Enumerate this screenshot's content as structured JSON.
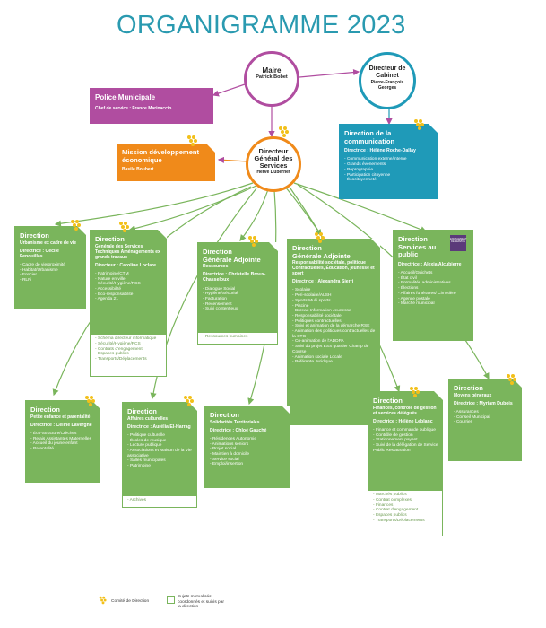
{
  "title": "ORGANIGRAMME 2023",
  "maire": {
    "title": "Maire",
    "name": "Patrick Bobet"
  },
  "directeur_cabinet": {
    "title": "Directeur de Cabinet",
    "name1": "Pierre-François",
    "name2": "Georges"
  },
  "police": {
    "title": "Police Municipale",
    "chef": "Chef de service : France Marinaccio"
  },
  "communication": {
    "title": "Direction de la communication",
    "dir": "Directrice : Hélène Roche-Dallay",
    "items": [
      "Communication externe/interne",
      "Grands évènements",
      "Reprographie",
      "Participation citoyenne",
      "Écocitoyenneté"
    ]
  },
  "mission": {
    "title": "Mission développement économique",
    "name": "Basile Boubert"
  },
  "dgs": {
    "title1": "Directeur",
    "title2": "Général des",
    "title3": "Services",
    "name": "Hervé Dubernet"
  },
  "urbanisme": {
    "title1": "Direction",
    "title2": "Urbanisme ex cadre de vie",
    "dir": "Directrice : Cécile Fenouillas",
    "items": [
      "Cadre de vie/proximité",
      "Habitat/Urbanisme",
      "Foncier",
      "RLPi"
    ]
  },
  "services_tech": {
    "title1": "Direction",
    "title2": "Générale des Services Techniques Aménagements ex grands travaux",
    "dir": "Directeur : Caroline Loclare",
    "items": [
      "Patrimoine/CTM",
      "Nature en ville",
      "Sécurité/Hygiène/PCS",
      "Accessibilité",
      "Éco-responsabilité",
      "Agenda 21"
    ],
    "sub": [
      "Schéma directeur informatique",
      "Sécurité/Hygiène/PCS",
      "Contrats d'engagement",
      "Espaces publics",
      "Transports/Déplacements"
    ]
  },
  "dga_ressources": {
    "title1": "Direction",
    "title2": "Générale Adjointe",
    "title3": "Ressources",
    "dir": "Directrice : Christelle Broux-Chasseloux",
    "items": [
      "Dialogue Social",
      "Hygiène/Sécurité",
      "Facturation",
      "Recensement",
      "Suivi contentieux"
    ],
    "sub": [
      "Ressources humaines"
    ]
  },
  "dga_social": {
    "title1": "Direction",
    "title2": "Générale Adjointe",
    "title3": "Responsabilité sociétale, politique Contractuelles, Éducation, jeunesse et sport",
    "dir": "Directrice : Alexandra Sierri",
    "items": [
      "Scolaire",
      "Péri-scolaire/ALSH",
      "Sports/Multi sports",
      "Piscine",
      "Bureau Information Jeunesse",
      "Responsabilité sociétale",
      "Politiques contractuelles",
      "Suivi et animation de la démarche RSE",
      "Animation des politiques contractuelles de la CTG",
      "Co-animation de l'ADDPA",
      "Suivi du projet ESS quartier Champ de Course",
      "Animation sociale Locale",
      "Référente Juridique"
    ]
  },
  "services_public": {
    "title1": "Direction",
    "title2": "Services au public",
    "dir": "Directrice : Alexia Alcubierre",
    "items": [
      "Accueil/Guichets",
      "État civil",
      "Formalités administratives",
      "Élections",
      "Affaires funéraires/ Cimetière",
      "Agence postale",
      "Marché municipal"
    ],
    "label": "ENGAGEMENT DE SERVICE"
  },
  "petite_enfance": {
    "title1": "Direction",
    "title2": "Petite enfance et parentalité",
    "dir": "Directrice : Céline Lavergne",
    "items": [
      "Éco-Structure/Crèches",
      "Relais Assistantes Maternelles",
      "Accueil du jeune enfant",
      "Parentalité"
    ]
  },
  "culture": {
    "title1": "Direction",
    "title2": "Affaires culturelles",
    "dir": "Directrice : Aurélia El-Harrag",
    "items": [
      "Politique culturelle",
      "Écoles de musique",
      "Lecture publique",
      "Associations et Maison de la Vie associative",
      "Salles municipales",
      "Patrimoine"
    ],
    "sub": [
      "Archives"
    ]
  },
  "solidarites": {
    "title1": "Direction",
    "title2": "Solidarités Territoriales",
    "dir": "Directrice : Chloé Gauché",
    "items": [
      "Résidences Autonomie",
      "Animations seniors",
      "Projet social",
      "Maintien à domicile",
      "Service social",
      "Emploi/insertion"
    ]
  },
  "finances": {
    "title1": "Direction",
    "title2": "Finances, contrôle de gestion et services délégués",
    "dir": "Directrice : Hélène Leblanc",
    "items": [
      "Finance et commande publique",
      "Contrôle de gestion",
      "Stationnement payant",
      "Suivi de la délégation de Service Public Restauration"
    ],
    "sub": [
      "Marchés publics",
      "Contrat complexes",
      "Finances",
      "Contrat d'engagement",
      "Espaces publics",
      "Transports/Déplacements"
    ]
  },
  "moyens": {
    "title1": "Direction",
    "title2": "Moyens généraux",
    "dir": "Directrice : Myriam Dubois",
    "items": [
      "Assurances",
      "Conseil Municipal",
      "Courrier"
    ]
  },
  "legend": {
    "comite": "Comité de Direction",
    "sujets": "Sujets mutualisés coordonnés et suivis par la direction"
  },
  "colors": {
    "green": "#7ab55c",
    "pink": "#b04da0",
    "orange": "#f08a1a",
    "teal": "#1f9ab8",
    "title": "#2a9ab0",
    "badge": "#f2c01a"
  }
}
